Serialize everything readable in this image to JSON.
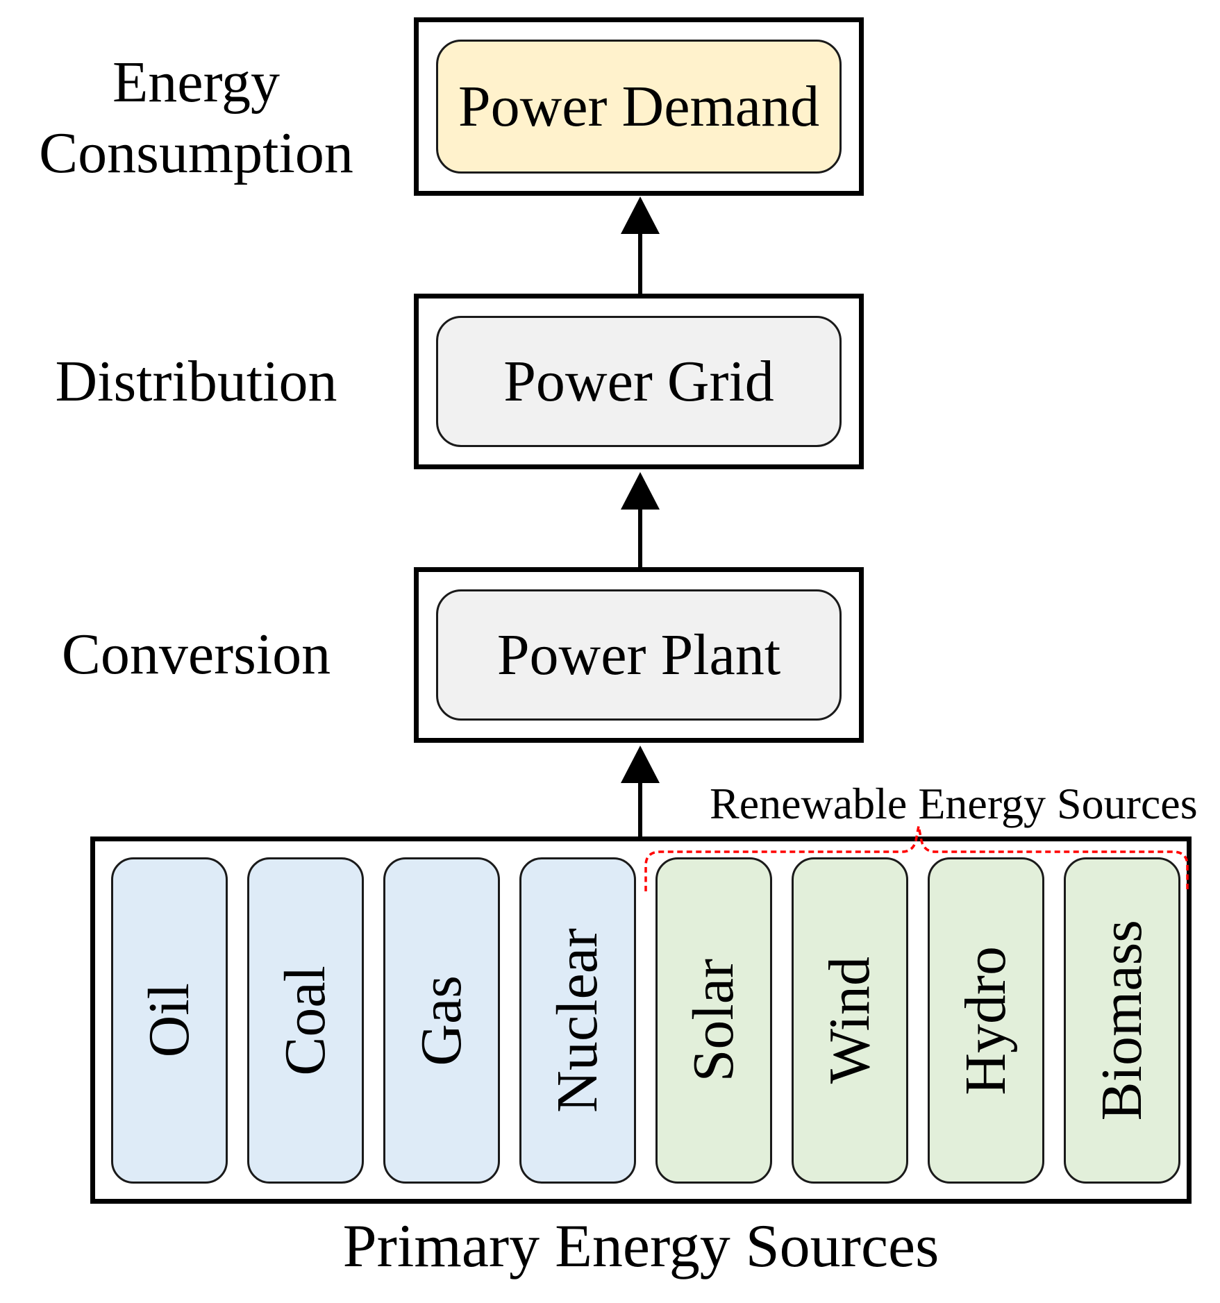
{
  "stages": [
    {
      "side_label": "Energy Consumption",
      "node_label": "Power Demand"
    },
    {
      "side_label": "Distribution",
      "node_label": "Power Grid"
    },
    {
      "side_label": "Conversion",
      "node_label": "Power Plant"
    }
  ],
  "sources": {
    "caption": "Primary Energy Sources",
    "renewable_caption": "Renewable Energy Sources",
    "items": [
      {
        "name": "Oil",
        "category": "conventional"
      },
      {
        "name": "Coal",
        "category": "conventional"
      },
      {
        "name": "Gas",
        "category": "conventional"
      },
      {
        "name": "Nuclear",
        "category": "conventional"
      },
      {
        "name": "Solar",
        "category": "renewable"
      },
      {
        "name": "Wind",
        "category": "renewable"
      },
      {
        "name": "Hydro",
        "category": "renewable"
      },
      {
        "name": "Biomass",
        "category": "renewable"
      }
    ]
  },
  "colors": {
    "power_demand_fill": "#FFF2CC",
    "power_grid_fill": "#F1F1F1",
    "power_plant_fill": "#F1F1F1",
    "conventional_fill": "#DEEBF7",
    "renewable_fill": "#E2EFDA",
    "brace": "#FF0000",
    "border": "#000000"
  }
}
